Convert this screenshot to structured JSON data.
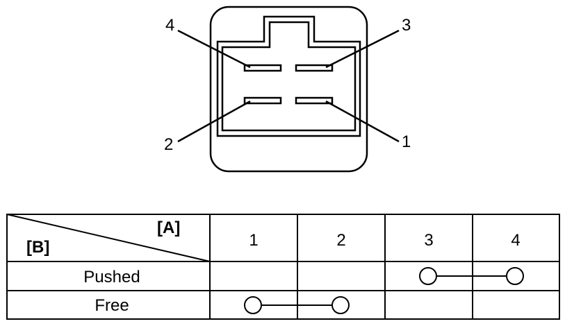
{
  "connector": {
    "pin_labels": [
      "4",
      "3",
      "2",
      "1"
    ]
  },
  "table": {
    "corner_top_label": "[A]",
    "corner_bottom_label": "[B]",
    "columns": [
      "1",
      "2",
      "3",
      "4"
    ],
    "rows": [
      {
        "label": "Pushed",
        "continuity": [
          "3",
          "4"
        ]
      },
      {
        "label": "Free",
        "continuity": [
          "1",
          "2"
        ]
      }
    ]
  }
}
